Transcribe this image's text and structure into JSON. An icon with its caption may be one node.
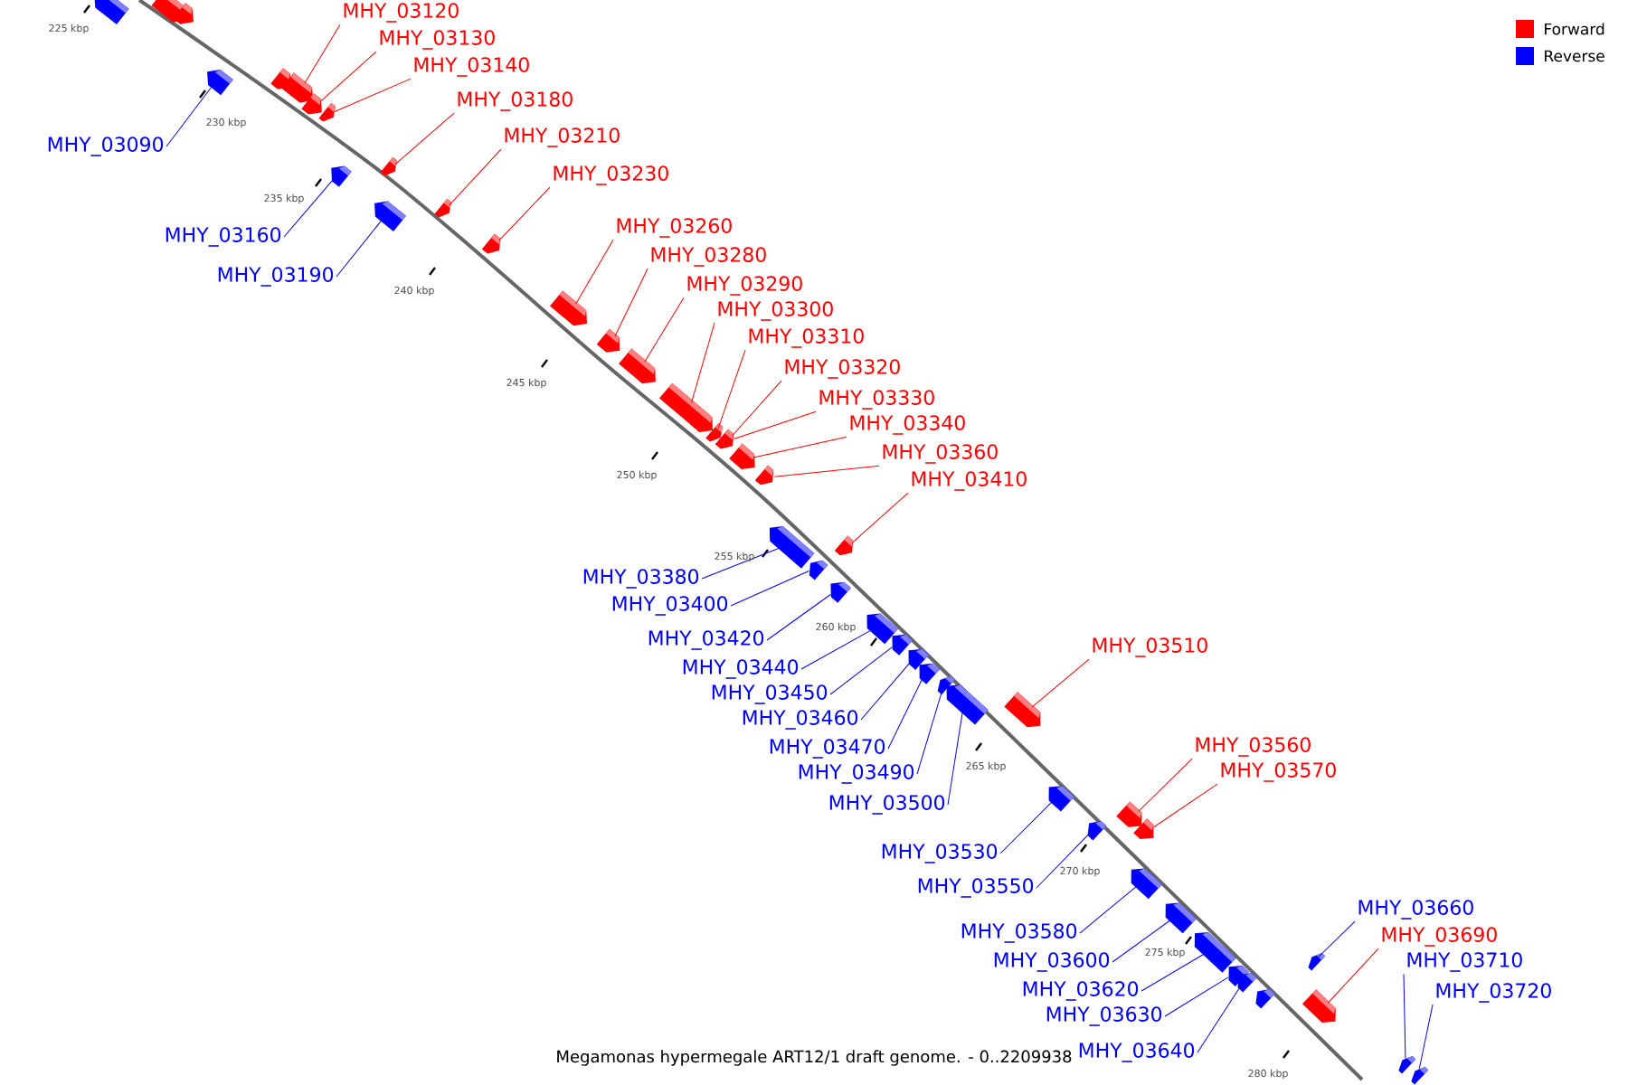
{
  "diagram": {
    "caption": "Megamonas hypermegale ART12/1 draft genome. - 0..2209938",
    "nodes": [
      {
        "text": [
          "MHY_03120"
        ]
      },
      {
        "text": [
          "MHY_03130"
        ]
      },
      {
        "text": [
          "MHY_03140"
        ]
      },
      {
        "text": [
          "MHY_03180"
        ]
      },
      {
        "text": [
          "MHY_03210"
        ]
      },
      {
        "text": [
          "MHY_03090"
        ]
      },
      {
        "text": [
          "MHY_03230"
        ]
      },
      {
        "text": [
          "MHY_03260"
        ]
      },
      {
        "text": [
          "MHY_03160"
        ]
      },
      {
        "text": [
          "MHY_03280"
        ]
      },
      {
        "text": [
          "MHY_03190"
        ]
      },
      {
        "text": [
          "MHY_03290"
        ]
      },
      {
        "text": [
          "MHY_03300"
        ]
      },
      {
        "text": [
          "MHY_03310"
        ]
      },
      {
        "text": [
          "MHY_03320"
        ]
      },
      {
        "text": [
          "MHY_03330"
        ]
      },
      {
        "text": [
          "MHY_03340"
        ]
      },
      {
        "text": [
          "MHY_03360"
        ]
      },
      {
        "text": [
          "MHY_03410"
        ]
      },
      {
        "text": [
          "MHY_03380"
        ]
      },
      {
        "text": [
          "MHY_03400"
        ]
      },
      {
        "text": [
          "MHY_03420"
        ]
      },
      {
        "text": [
          "MHY_03510"
        ]
      },
      {
        "text": [
          "MHY_03440"
        ]
      },
      {
        "text": [
          "MHY_03450"
        ]
      },
      {
        "text": [
          "MHY_03460"
        ]
      },
      {
        "text": [
          "MHY_03560"
        ]
      },
      {
        "text": [
          "MHY_03470"
        ]
      },
      {
        "text": [
          "MHY_03570"
        ]
      },
      {
        "text": [
          "MHY_03490"
        ]
      },
      {
        "text": [
          "MHY_03500"
        ]
      },
      {
        "text": [
          "MHY_03530"
        ]
      },
      {
        "text": [
          "MHY_03550"
        ]
      },
      {
        "text": [
          "MHY_03660"
        ]
      },
      {
        "text": [
          "MHY_03580"
        ]
      },
      {
        "text": [
          "MHY_03690"
        ]
      },
      {
        "text": [
          "MHY_03600"
        ]
      },
      {
        "text": [
          "MHY_03710"
        ]
      },
      {
        "text": [
          "MHY_03620"
        ]
      },
      {
        "text": [
          "MHY_03720"
        ]
      },
      {
        "text": [
          "MHY_03630"
        ]
      },
      {
        "text": [
          "MHY_03640"
        ]
      },
      {
        "text": [],
        "shape": "bar"
      },
      {
        "text": [],
        "shape": "bar"
      },
      {
        "text": [],
        "shape": "bar"
      },
      {
        "text": [],
        "shape": "bar"
      },
      {
        "text": [],
        "shape": "bar"
      },
      {
        "text": [],
        "shape": "bar"
      },
      {
        "text": [],
        "shape": "bar"
      },
      {
        "text": [],
        "shape": "bar"
      },
      {
        "text": [],
        "shape": "bar"
      },
      {
        "text": [],
        "shape": "bar"
      },
      {
        "text": [],
        "shape": "bar"
      },
      {
        "text": [],
        "shape": "bar"
      },
      {
        "text": [],
        "shape": "bar"
      },
      {
        "text": [],
        "shape": "bar"
      },
      {
        "text": [],
        "shape": "bar"
      },
      {
        "text": [],
        "shape": "bar"
      },
      {
        "text": [],
        "shape": "bar"
      },
      {
        "text": [],
        "shape": "bar"
      },
      {
        "text": [],
        "shape": "bar"
      },
      {
        "text": [],
        "shape": "bar"
      },
      {
        "text": [],
        "shape": "bar"
      },
      {
        "text": [],
        "shape": "bar"
      },
      {
        "text": [],
        "shape": "bar"
      },
      {
        "text": [],
        "shape": "bar"
      },
      {
        "text": [],
        "shape": "bar"
      },
      {
        "text": [],
        "shape": "bar"
      },
      {
        "text": [],
        "shape": "bar"
      },
      {
        "text": [],
        "shape": "bar"
      },
      {
        "text": [],
        "shape": "bar"
      },
      {
        "text": [],
        "shape": "bar"
      },
      {
        "text": [],
        "shape": "bar"
      },
      {
        "text": [],
        "shape": "bar"
      },
      {
        "text": [],
        "shape": "bar"
      },
      {
        "text": [],
        "shape": "bar"
      },
      {
        "text": [],
        "shape": "bar"
      },
      {
        "text": [],
        "shape": "bar"
      },
      {
        "text": [],
        "shape": "bar"
      },
      {
        "text": [],
        "shape": "bar"
      },
      {
        "text": [],
        "shape": "bar"
      },
      {
        "text": [],
        "shape": "bar"
      },
      {
        "text": [],
        "shape": "bar"
      },
      {
        "text": [],
        "shape": "bar"
      },
      {
        "text": [],
        "shape": "bar"
      },
      {
        "text": [],
        "shape": "bar"
      },
      {
        "text": [],
        "shape": "bar"
      },
      {
        "text": [],
        "shape": "bar"
      }
    ],
    "edges": [
      {
        "from": 0,
        "to": 47,
        "arrow": "none",
        "color": "#ff0000"
      },
      {
        "from": 1,
        "to": 48,
        "arrow": "none",
        "color": "#ff0000"
      },
      {
        "from": 2,
        "to": 49,
        "arrow": "none",
        "color": "#ff0000"
      },
      {
        "from": 3,
        "to": 50,
        "arrow": "none",
        "color": "#ff0000"
      },
      {
        "from": 4,
        "to": 52,
        "arrow": "none",
        "color": "#ff0000"
      },
      {
        "from": 5,
        "to": 45,
        "arrow": "none"
      },
      {
        "from": 6,
        "to": 54,
        "arrow": "none",
        "color": "#ff0000"
      },
      {
        "from": 7,
        "to": 55,
        "arrow": "none",
        "color": "#ff0000"
      },
      {
        "from": 8,
        "to": 51,
        "arrow": "none"
      },
      {
        "from": 9,
        "to": 56,
        "arrow": "none",
        "color": "#ff0000"
      },
      {
        "from": 10,
        "to": 53,
        "arrow": "none"
      },
      {
        "from": 11,
        "to": 57,
        "arrow": "none",
        "color": "#ff0000"
      },
      {
        "from": 12,
        "to": 58,
        "arrow": "none",
        "color": "#ff0000"
      },
      {
        "from": 13,
        "to": 59,
        "arrow": "none",
        "color": "#ff0000"
      },
      {
        "from": 14,
        "to": 60,
        "arrow": "none",
        "color": "#ff0000"
      },
      {
        "from": 15,
        "to": 60,
        "arrow": "none",
        "color": "#ff0000"
      },
      {
        "from": 16,
        "to": 61,
        "arrow": "none",
        "color": "#ff0000"
      },
      {
        "from": 17,
        "to": 62,
        "arrow": "none",
        "color": "#ff0000"
      },
      {
        "from": 18,
        "to": 64,
        "arrow": "none",
        "color": "#ff0000"
      },
      {
        "from": 19,
        "to": 63,
        "arrow": "none"
      },
      {
        "from": 20,
        "to": 65,
        "arrow": "none"
      },
      {
        "from": 21,
        "to": 66,
        "arrow": "none"
      },
      {
        "from": 22,
        "to": 73,
        "arrow": "none",
        "color": "#ff0000"
      },
      {
        "from": 23,
        "to": 67,
        "arrow": "none"
      },
      {
        "from": 24,
        "to": 68,
        "arrow": "none"
      },
      {
        "from": 25,
        "to": 69,
        "arrow": "none"
      },
      {
        "from": 26,
        "to": 75,
        "arrow": "none",
        "color": "#ff0000"
      },
      {
        "from": 27,
        "to": 70,
        "arrow": "none"
      },
      {
        "from": 28,
        "to": 77,
        "arrow": "none",
        "color": "#ff0000"
      },
      {
        "from": 29,
        "to": 71,
        "arrow": "none"
      },
      {
        "from": 30,
        "to": 72,
        "arrow": "none"
      },
      {
        "from": 31,
        "to": 74,
        "arrow": "none"
      },
      {
        "from": 32,
        "to": 76,
        "arrow": "none"
      },
      {
        "from": 33,
        "to": 81,
        "arrow": "none"
      },
      {
        "from": 34,
        "to": 78,
        "arrow": "none"
      },
      {
        "from": 35,
        "to": 85,
        "arrow": "none",
        "color": "#ff0000"
      },
      {
        "from": 36,
        "to": 79,
        "arrow": "none"
      },
      {
        "from": 37,
        "to": 86,
        "arrow": "none"
      },
      {
        "from": 38,
        "to": 80,
        "arrow": "none"
      },
      {
        "from": 39,
        "to": 87,
        "arrow": "none"
      },
      {
        "from": 40,
        "to": 82,
        "arrow": "none"
      },
      {
        "from": 41,
        "to": 83,
        "arrow": "none"
      }
    ],
    "labels": [
      "225 kbp",
      "230 kbp",
      "235 kbp",
      "240 kbp",
      "245 kbp",
      "250 kbp",
      "255 kbp",
      "260 kbp",
      "265 kbp",
      "270 kbp",
      "275 kbp",
      "280 kbp"
    ],
    "legend": [
      {
        "text": "Forward",
        "color": "#ff0000"
      },
      {
        "text": "Reverse",
        "color": "#0000ff"
      }
    ]
  }
}
